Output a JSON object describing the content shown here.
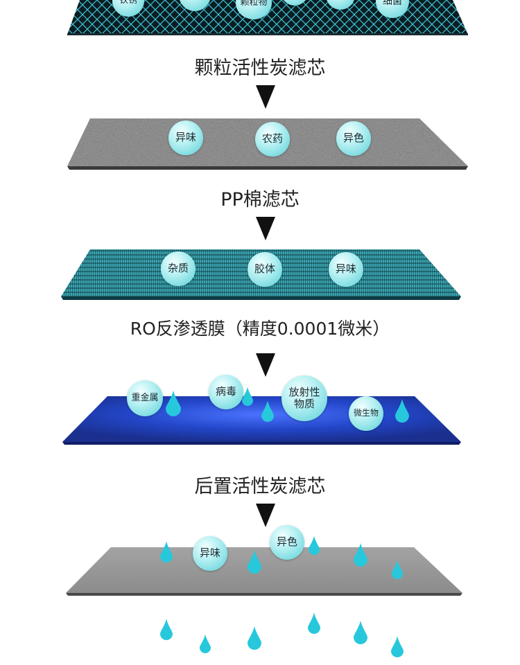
{
  "stages": [
    {
      "id": "top",
      "bubbles": [
        "铁锈",
        "颗粒物",
        "细菌"
      ]
    },
    {
      "id": "granular-carbon",
      "label": "颗粒活性炭滤芯",
      "bubbles": [
        "异味",
        "农药",
        "异色"
      ]
    },
    {
      "id": "pp-cotton",
      "label": "PP棉滤芯",
      "bubbles": [
        "杂质",
        "胶体",
        "异味"
      ]
    },
    {
      "id": "ro-membrane",
      "label": "RO反渗透膜（精度0.0001微米）",
      "bubbles": [
        "重金属",
        "病毒",
        "放射性物质",
        "微生物"
      ]
    },
    {
      "id": "post-carbon",
      "label": "后置活性炭滤芯",
      "bubbles": [
        "异味",
        "异色"
      ]
    }
  ],
  "colors": {
    "mesh_bg": "#0a1a20",
    "mesh_line": "#3fc6d6",
    "granular": "#6a6a6a",
    "pp": "#2f8f9c",
    "ro": "#2b55d8",
    "post": "#9a9a9a",
    "drop": "#27c8dc",
    "bubble": "#9fe8ec",
    "arrow": "#111111"
  }
}
